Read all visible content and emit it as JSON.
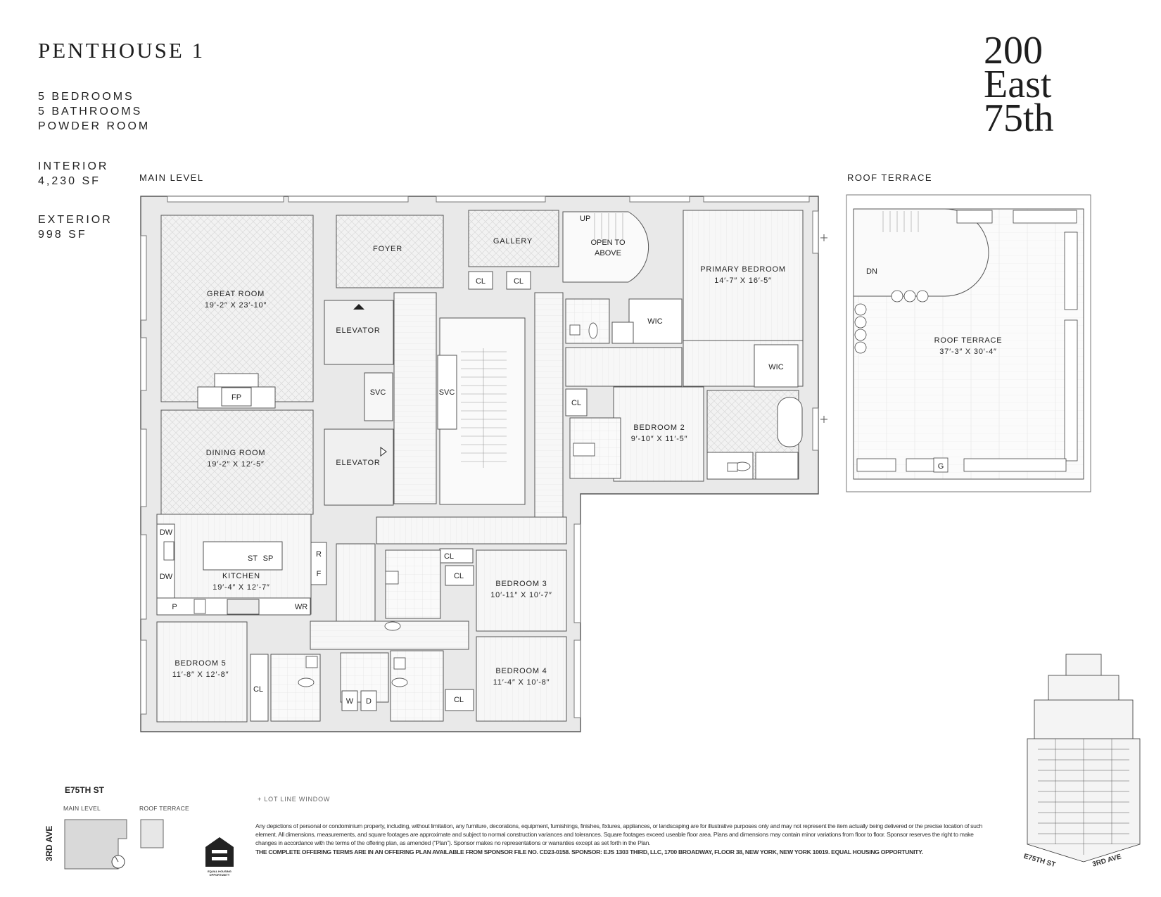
{
  "header": {
    "title": "PENTHOUSE 1",
    "specs": [
      "5 BEDROOMS",
      "5 BATHROOMS",
      "POWDER ROOM"
    ],
    "interior_label": "INTERIOR",
    "interior_value": "4,230 SF",
    "exterior_label": "EXTERIOR",
    "exterior_value": "998 SF"
  },
  "logo": {
    "line1": "200",
    "line2": "East",
    "line3": "75th"
  },
  "main_level": {
    "label": "MAIN LEVEL",
    "rooms": [
      {
        "name": "GREAT ROOM",
        "dims": "19′-2″ X 23′-10″"
      },
      {
        "name": "DINING ROOM",
        "dims": "19′-2″ X 12′-5″"
      },
      {
        "name": "KITCHEN",
        "dims": "19′-4″ X 12′-7″"
      },
      {
        "name": "BEDROOM 5",
        "dims": "11′-8″ X 12′-8″"
      },
      {
        "name": "BEDROOM 4",
        "dims": "11′-4″ X 10′-8″"
      },
      {
        "name": "BEDROOM 3",
        "dims": "10′-11″ X 10′-7″"
      },
      {
        "name": "BEDROOM 2",
        "dims": "9′-10″ X 11′-5″"
      },
      {
        "name": "PRIMARY BEDROOM",
        "dims": "14′-7″ X 16′-5″"
      }
    ],
    "labels": {
      "foyer": "FOYER",
      "gallery": "GALLERY",
      "open1": "OPEN TO",
      "open2": "ABOVE",
      "up": "UP",
      "elevator": "ELEVATOR",
      "svc": "SVC",
      "fp": "FP",
      "cl": "CL",
      "wic": "WIC",
      "dw": "DW",
      "r": "R",
      "f": "F",
      "p": "P",
      "wr": "WR",
      "st": "ST",
      "sp": "SP",
      "w": "W",
      "d": "D"
    }
  },
  "roof": {
    "label": "ROOF TERRACE",
    "room_name": "ROOF TERRACE",
    "room_dims": "37′-3″ X 30′-4″",
    "dn": "DN",
    "g": "G"
  },
  "lot_line": "+ LOT LINE WINDOW",
  "key_plan": {
    "street": "E75TH ST",
    "avenue": "3RD AVE",
    "main": "MAIN LEVEL",
    "roof": "ROOF TERRACE"
  },
  "eho": {
    "line1": "EQUAL HOUSING",
    "line2": "OPPORTUNITY"
  },
  "building": {
    "street": "E75TH ST",
    "avenue": "3RD AVE"
  },
  "disclaimer": {
    "line1": "Any depictions of personal or condominium property, including, without limitation, any furniture, decorations, equipment, furnishings, finishes, fixtures, appliances, or landscaping are for illustrative purposes only and may not represent the item actually being delivered or the precise location of such element. All dimensions, measurements, and square footages are approximate and subject to normal construction variances and tolerances. Square footages exceed useable floor area. Plans and dimensions may contain minor variations from floor to floor. Sponsor reserves the right to make changes in accordance with the terms of the offering plan, as amended (“Plan”). Sponsor makes no representations or warranties except as set forth in the Plan.",
    "line2": "THE COMPLETE OFFERING TERMS ARE IN AN OFFERING PLAN AVAILABLE FROM SPONSOR FILE NO. CD23-0158. SPONSOR: EJS 1303 THIRD, LLC, 1700 BROADWAY, FLOOR 38, NEW YORK, NEW YORK 10019. EQUAL HOUSING OPPORTUNITY."
  }
}
